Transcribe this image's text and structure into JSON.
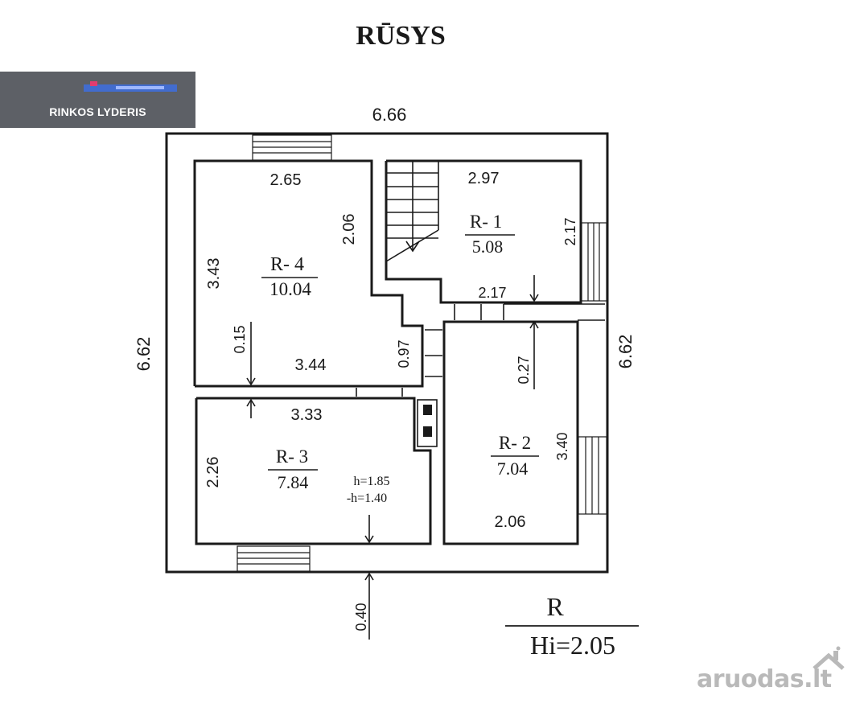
{
  "title": "RŪSYS",
  "badge": {
    "tagline": "RINKOS LYDERIS",
    "logo_color": "#3d6fe0",
    "accent_color": "#e23c70"
  },
  "dimensions": {
    "overall_width": "6.66",
    "overall_height_left": "6.62",
    "overall_height_right": "6.62",
    "r4_width": "2.65",
    "r4_height": "3.43",
    "r4_inner": "2.06",
    "r4_bottom": "3.44",
    "r4_offset": "0.15",
    "passage": "0.97",
    "r1_width": "2.97",
    "r1_height": "2.17",
    "r1_bottom": "2.17",
    "r2_height": "3.40",
    "r2_offset": "0.27",
    "r2_bottom": "2.06",
    "r3_width": "3.33",
    "r3_height": "2.26",
    "outer_offset": "0.40"
  },
  "rooms": {
    "r4": {
      "label": "R- 4",
      "area": "10.04"
    },
    "r1": {
      "label": "R- 1",
      "area": "5.08"
    },
    "r3": {
      "label": "R- 3",
      "area": "7.84",
      "h1": "h=1.85",
      "h2": "-h=1.40"
    },
    "r2": {
      "label": "R- 2",
      "area": "7.04"
    }
  },
  "legend": {
    "letter": "R",
    "height": "Hi=2.05"
  },
  "watermark": {
    "text": "aruodas",
    "suffix": ".lt",
    "color": "#b9b9b9"
  }
}
